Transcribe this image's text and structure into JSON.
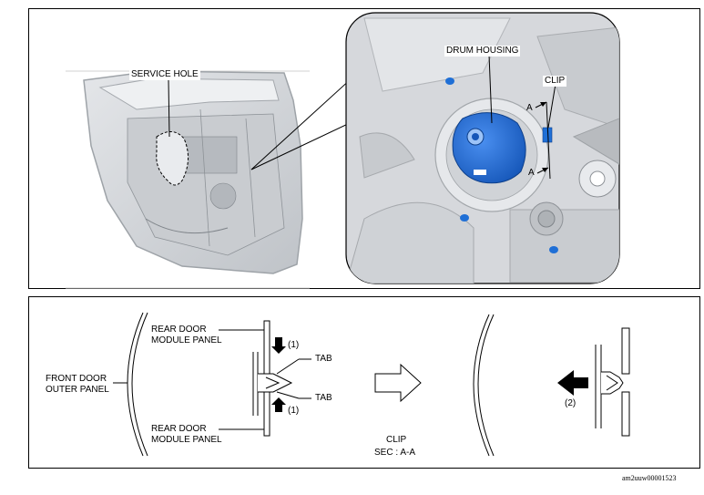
{
  "top_panel": {
    "service_hole_label": "SERVICE HOLE",
    "drum_housing_label": "DRUM HOUSING",
    "clip_label": "CLIP",
    "section_marker_top": "A",
    "section_marker_bottom": "A"
  },
  "bottom_panel": {
    "front_door_outer_panel": [
      "FRONT DOOR",
      "OUTER PANEL"
    ],
    "rear_door_module_panel_top": [
      "REAR DOOR",
      "MODULE PANEL"
    ],
    "rear_door_module_panel_bottom": [
      "REAR DOOR",
      "MODULE PANEL"
    ],
    "tab_top": "TAB",
    "tab_bottom": "TAB",
    "step_1_top": "(1)",
    "step_1_bottom": "(1)",
    "step_2": "(2)",
    "clip_section": "CLIP",
    "sec_label": "SEC : A-A"
  },
  "figure_id": "am2uuw00001523",
  "colors": {
    "drum_housing": "#1f6fd6",
    "line": "#000000",
    "door_gray": "#cfd2d6",
    "zoom_gray": "#d6d8dc"
  }
}
